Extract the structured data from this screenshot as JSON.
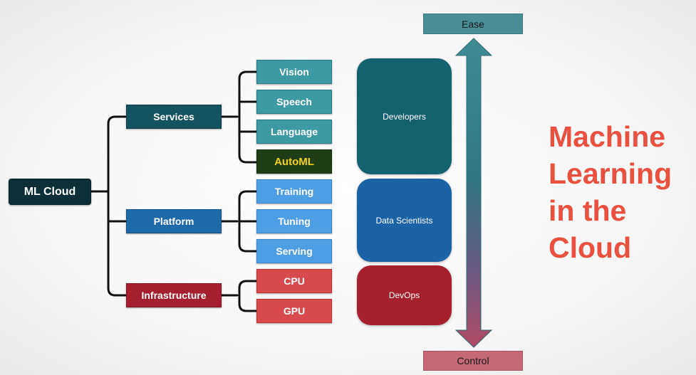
{
  "root": {
    "label": "ML Cloud"
  },
  "categories": [
    {
      "label": "Services",
      "children": [
        "Vision",
        "Speech",
        "Language",
        "AutoML"
      ]
    },
    {
      "label": "Platform",
      "children": [
        "Training",
        "Tuning",
        "Serving"
      ]
    },
    {
      "label": "Infrastructure",
      "children": [
        "CPU",
        "GPU"
      ]
    }
  ],
  "roles": [
    "Developers",
    "Data Scientists",
    "DevOps"
  ],
  "axis": {
    "top": "Ease",
    "bottom": "Control"
  },
  "title_lines": [
    "Machine",
    "Learning",
    "in the",
    "Cloud"
  ],
  "colors": {
    "services": "#14545f",
    "services_leaf": "#3d9aa5",
    "automl": "#1f3d17",
    "automl_text": "#f2d21b",
    "platform": "#1e6aa8",
    "platform_leaf": "#4d9ee3",
    "infrastructure": "#a51f30",
    "infrastructure_leaf": "#d84a4c",
    "title": "#e8503f"
  }
}
